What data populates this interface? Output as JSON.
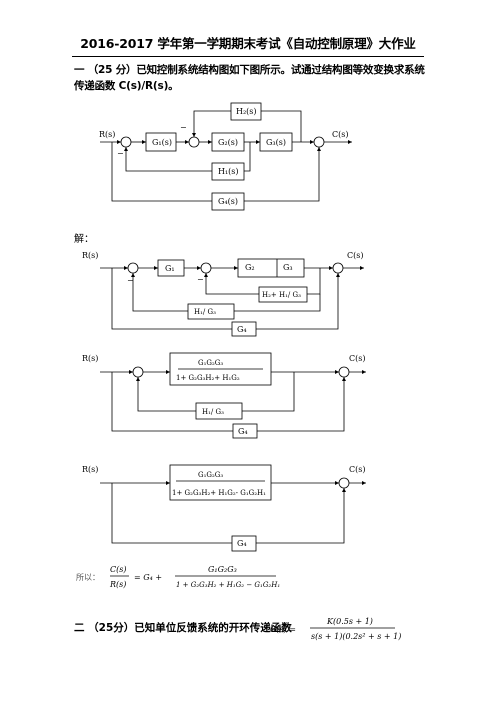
{
  "header": {
    "title": "2016-2017 学年第一学期期末考试《自动控制原理》大作业"
  },
  "q1": {
    "text": "一 （25 分）已知控制系统结构图如下图所示。试通过结构图等效变换求系统传递函数 C(s)/R(s)。"
  },
  "solution": {
    "label": "解："
  },
  "diagrams": {
    "d0": {
      "input": "R(s)",
      "output": "C(s)",
      "g1": "G₁(s)",
      "g2": "G₂(s)",
      "g3": "G₃(s)",
      "h1": "H₁(s)",
      "h2": "H₂(s)",
      "g4": "G₄(s)"
    },
    "d1": {
      "input": "R(s)",
      "output": "C(s)",
      "g1": "G₁",
      "g2": "G₂",
      "g3": "G₃",
      "inner_fb": "H₂+ H₁/ G₃",
      "outer_fb": "H₁/ G₃",
      "g4": "G₄"
    },
    "d2": {
      "input": "R(s)",
      "output": "C(s)",
      "num": "G₁G₂G₃",
      "den": "1+ G₂G₃H₂+ H₁G₂",
      "fb": "H₁/ G₃",
      "g4": "G₄"
    },
    "d3": {
      "input": "R(s)",
      "output": "C(s)",
      "num": "G₁G₂G₃",
      "den": "1+ G₂G₃H₂+ H₁G₂- G₁G₂H₁",
      "g4": "G₄"
    }
  },
  "result": {
    "prefix": "所以：",
    "lhs_num": "C(s)",
    "lhs_den": "R(s)",
    "eq": "= G₄ +",
    "rhs_num": "G₁G₂G₃",
    "rhs_den": "1 + G₂G₃H₂ + H₁G₂ − G₁G₂H₁"
  },
  "q2": {
    "text": "二 （25分）已知单位反馈系统的开环传递函数",
    "g": "G(s) =",
    "num": "K(0.5s + 1)",
    "den": "s(s + 1)(0.2s² + s + 1)"
  }
}
